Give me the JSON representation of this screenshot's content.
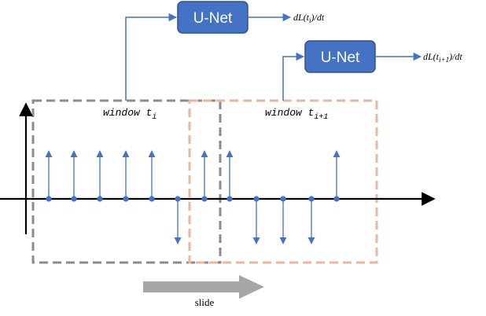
{
  "unet_boxes": [
    {
      "label": "U-Net",
      "output": "dL(t_i)/dt"
    },
    {
      "label": "U-Net",
      "output": "dL(t_{i+1})/dt"
    }
  ],
  "windows": [
    {
      "label_prefix": "window t",
      "label_sub": "i",
      "color": "#8c8c8c"
    },
    {
      "label_prefix": "window t",
      "label_sub": "i+1",
      "color": "#e8b79e"
    }
  ],
  "slide_label": "slide",
  "colors": {
    "unet_fill": "#4472c4",
    "unet_stroke": "#2f528f",
    "stem": "#4472c4",
    "axis": "#000000",
    "slide_arrow": "#a6a6a6"
  },
  "spikes": [
    {
      "direction": "up"
    },
    {
      "direction": "up"
    },
    {
      "direction": "up"
    },
    {
      "direction": "up"
    },
    {
      "direction": "up"
    },
    {
      "direction": "down"
    },
    {
      "direction": "up"
    },
    {
      "direction": "up"
    },
    {
      "direction": "down"
    },
    {
      "direction": "down"
    },
    {
      "direction": "down"
    },
    {
      "direction": "up"
    }
  ]
}
